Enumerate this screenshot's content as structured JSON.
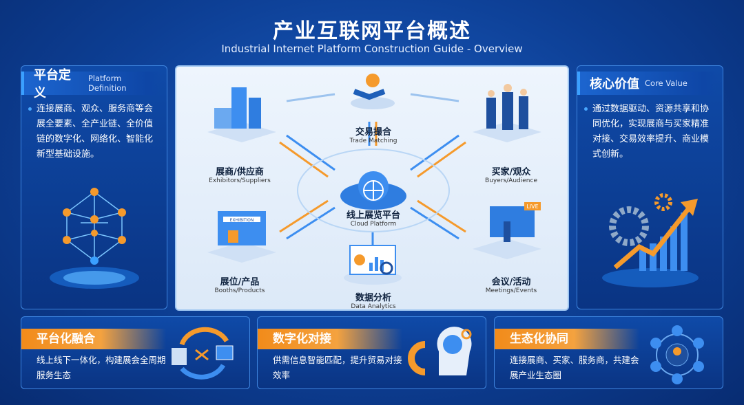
{
  "header": {
    "title": "产业互联网平台概述",
    "subtitle": "Industrial Internet Platform Construction Guide - Overview"
  },
  "left_panel": {
    "title": "平台定义",
    "title_en": "Platform Definition",
    "text": "连接展商、观众、服务商等会展全要素、全产业链、全价值链的数字化、网络化、智能化新型基础设施。"
  },
  "right_panel": {
    "title": "核心价值",
    "title_en": "Core Value",
    "text": "通过数据驱动、资源共享和协同优化，实现展商与买家精准对接、交易效率提升、商业模式创新。"
  },
  "diagram": {
    "center": {
      "label": "线上展览平台",
      "label_en": "Cloud Platform"
    },
    "nodes": [
      {
        "label": "交易撮合",
        "label_en": "Trade Matching"
      },
      {
        "label": "展商/供应商",
        "label_en": "Exhibitors/Suppliers"
      },
      {
        "label": "买家/观众",
        "label_en": "Buyers/Audience"
      },
      {
        "label": "展位/产品",
        "label_en": "Booths/Products"
      },
      {
        "label": "会议/活动",
        "label_en": "Meetings/Events"
      },
      {
        "label": "数据分析",
        "label_en": "Data Analytics"
      }
    ],
    "live_badge": "LIVE",
    "booth_sign": "EXHIBITION"
  },
  "cards": [
    {
      "title": "平台化融合",
      "text": "线上线下一体化，构建展会全周期服务生态"
    },
    {
      "title": "数字化对接",
      "text": "供需信息智能匹配，提升贸易对接效率"
    },
    {
      "title": "生态化协同",
      "text": "连接展商、买家、服务商，共建会展产业生态圈"
    }
  ],
  "colors": {
    "accent_orange": "#f28b1a",
    "accent_blue": "#2f7de0",
    "background": "#0d3f95"
  }
}
